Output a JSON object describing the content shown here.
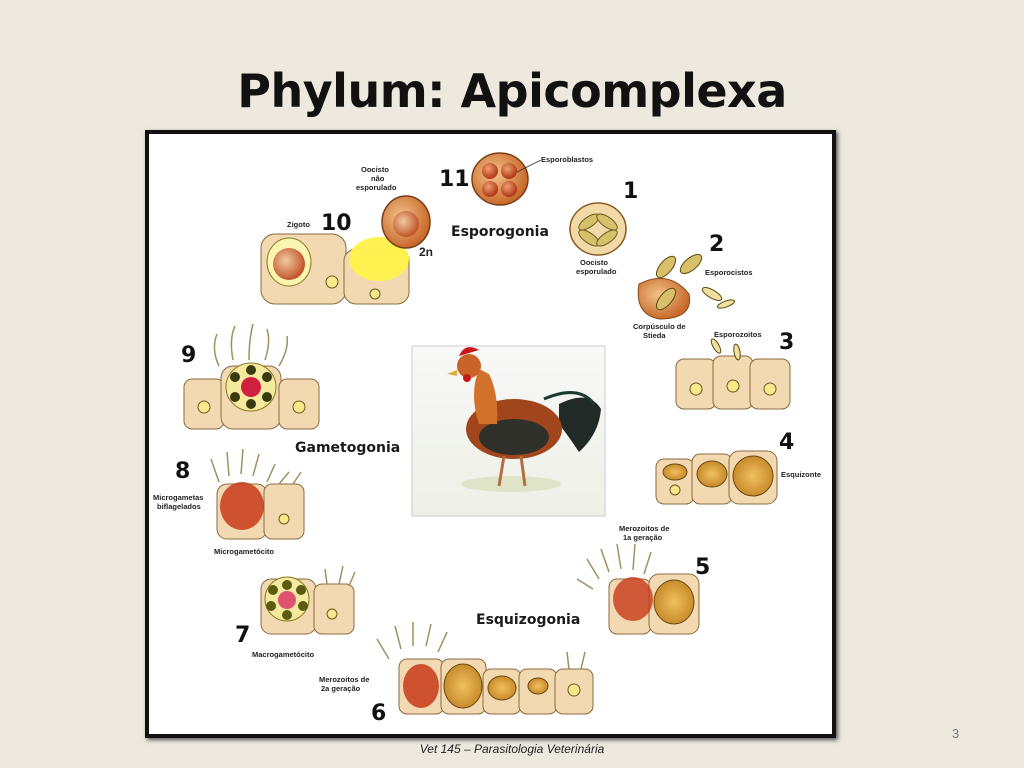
{
  "title": "Phylum: Apicomplexa",
  "footer": "Vet 145 – Parasitologia Veterinária",
  "page_number": "3",
  "diagram": {
    "stages": {
      "esporogonia": "Esporogonia",
      "gametogonia": "Gametogonia",
      "esquizogonia": "Esquizogonia"
    },
    "numbers": [
      "1",
      "2",
      "3",
      "4",
      "5",
      "6",
      "7",
      "8",
      "9",
      "10",
      "11"
    ],
    "labels": {
      "esporoblastos": "Esporoblastos",
      "oocisto_esporulado_1": "Oocisto",
      "oocisto_esporulado_2": "esporulado",
      "esporocistos": "Esporocistos",
      "corpusculo_1": "Corpúsculo de",
      "corpusculo_2": "Stieda",
      "esporozoitos": "Esporozoitos",
      "esquizonte": "Esquizonte",
      "merozoitos1_1": "Merozoitos de",
      "merozoitos1_2": "1a geração",
      "merozoitos2_1": "Merozoitos de",
      "merozoitos2_2": "2a geração",
      "macrogametocito": "Macrogametócito",
      "microgametocito": "Microgametócito",
      "microgametas_1": "Microgametas",
      "microgametas_2": "biflagelados",
      "zigoto": "Zigoto",
      "oocisto_nao_1": "Oocisto",
      "oocisto_nao_2": "não",
      "oocisto_nao_3": "esporulado",
      "ploidy": "2n"
    }
  },
  "colors": {
    "background": "#ede9df",
    "cell": "#f3d9b1",
    "nucleus": "#f7e98a",
    "schizont": "#d9a441",
    "oocyst": "#c86b2e"
  }
}
